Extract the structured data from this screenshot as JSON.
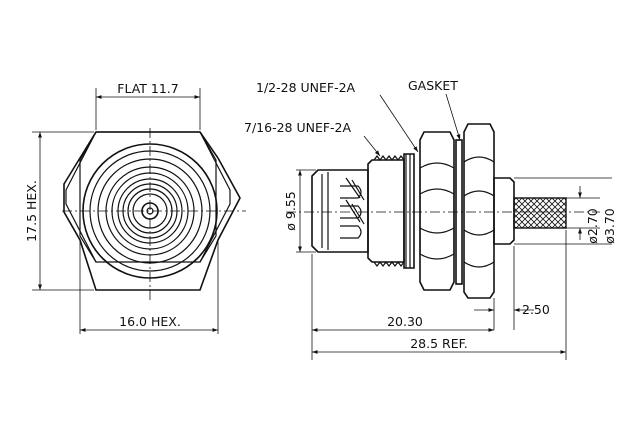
{
  "labels": {
    "flat": "FLAT 11.7",
    "hex_height": "17.5 HEX.",
    "hex_width": "16.0 HEX.",
    "thread_outer": "1/2-28 UNEF-2A",
    "thread_inner": "7/16-28 UNEF-2A",
    "gasket": "GASKET",
    "diameter_body": "ø 9.55",
    "diameter_small": "ø2.70",
    "diameter_large": "ø3.70",
    "dim_2_50": "2.50",
    "dim_20_30": "20.30",
    "dim_28_5": "28.5 REF."
  }
}
